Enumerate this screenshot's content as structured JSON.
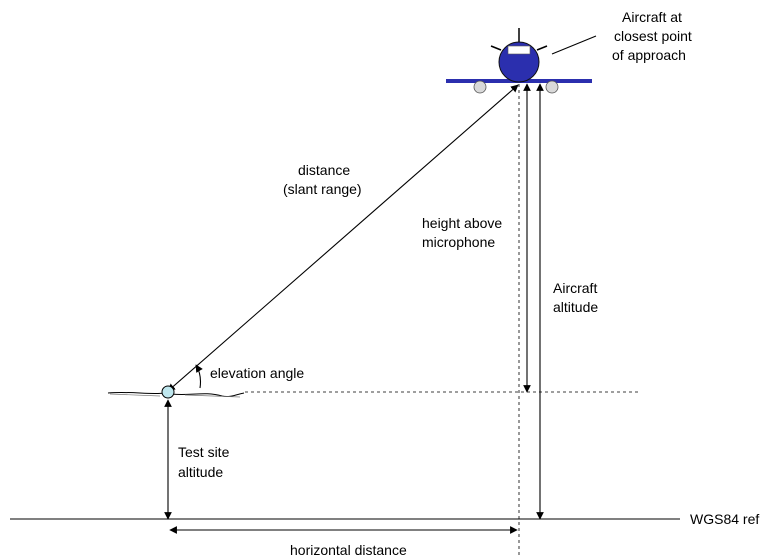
{
  "labels": {
    "aircraft_line1": "Aircraft at",
    "aircraft_line2": "closest point",
    "aircraft_line3": "of approach",
    "distance_line1": "distance",
    "distance_line2": "(slant range)",
    "height_line1": "height above",
    "height_line2": "microphone",
    "aircraft_alt_line1": "Aircraft",
    "aircraft_alt_line2": "altitude",
    "elevation_angle": "elevation angle",
    "test_site_line1": "Test site",
    "test_site_line2": "altitude",
    "horizontal_distance": "horizontal distance",
    "wgs84_ref": "WGS84 ref"
  },
  "colors": {
    "aircraft_body": "#2b2fae",
    "aircraft_wing": "#2b2fae",
    "aircraft_window": "#ffffff",
    "wheels": "#d9d9d9",
    "microphone": "#bfe7ee",
    "lines": "#000000"
  },
  "icons": {
    "aircraft": "aircraft-front-view-icon",
    "microphone": "microphone-circle-icon"
  }
}
